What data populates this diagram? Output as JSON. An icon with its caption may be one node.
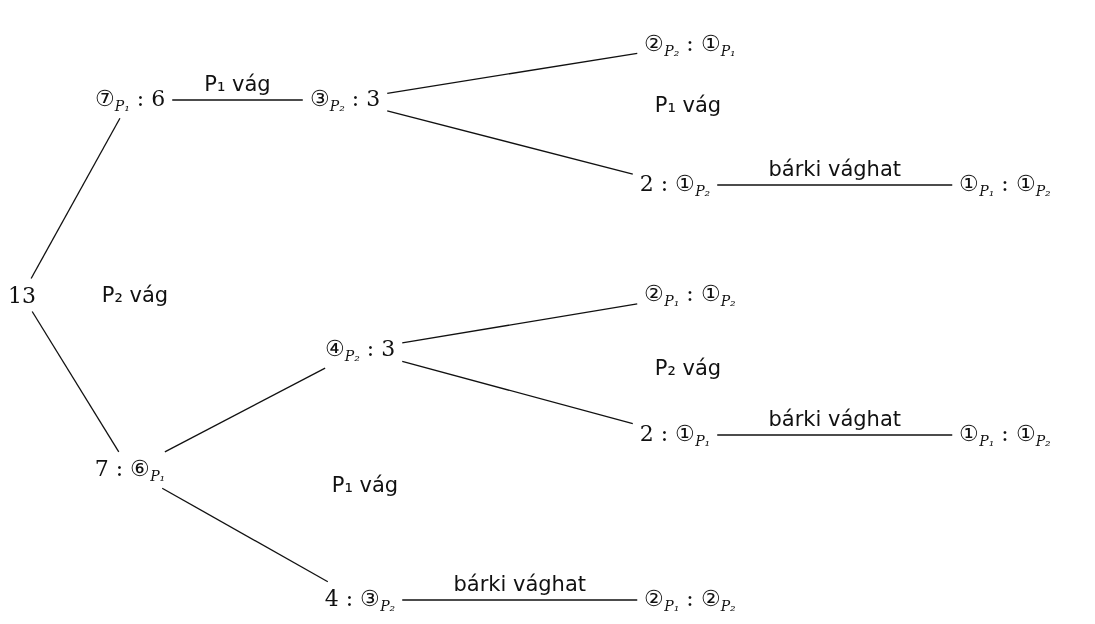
{
  "diagram": {
    "nodes": [
      {
        "text": [
          "13"
        ]
      },
      {
        "text": [
          "⑦$_{P₁}$ : 6"
        ]
      },
      {
        "text": [
          "③$_{P₂}$ : 3"
        ]
      },
      {
        "text": [
          "②$_{P₂}$ : ①$_{P₁}$"
        ]
      },
      {
        "text": [
          "2 : ①$_{P₂}$"
        ]
      },
      {
        "text": [
          "①$_{P₁}$ : ①$_{P₂}$"
        ]
      },
      {
        "text": [
          "7 : ⑥$_{P₁}$"
        ]
      },
      {
        "text": [
          "④$_{P₂}$ : 3"
        ]
      },
      {
        "text": [
          "②$_{P₁}$ : ①$_{P₂}$"
        ]
      },
      {
        "text": [
          "2 : ①$_{P₁}$"
        ]
      },
      {
        "text": [
          "①$_{P₁}$ : ①$_{P₂}$"
        ]
      },
      {
        "text": [
          "4 : ③$_{P₂}$"
        ]
      },
      {
        "text": [
          "②$_{P₁}$ : ②$_{P₂}$"
        ]
      }
    ],
    "edges": [
      {
        "from": 0,
        "to": 1,
        "arrow": "none"
      },
      {
        "from": 1,
        "to": 2,
        "arrow": "none",
        "label": "P₁ vág"
      },
      {
        "from": 2,
        "to": 3,
        "arrow": "none"
      },
      {
        "from": 2,
        "to": 4,
        "arrow": "none"
      },
      {
        "from": 4,
        "to": 5,
        "arrow": "none",
        "label": "bárki vághat"
      },
      {
        "from": 0,
        "to": 6,
        "arrow": "none"
      },
      {
        "from": 6,
        "to": 7,
        "arrow": "none"
      },
      {
        "from": 6,
        "to": 11,
        "arrow": "none"
      },
      {
        "from": 7,
        "to": 8,
        "arrow": "none"
      },
      {
        "from": 7,
        "to": 9,
        "arrow": "none"
      },
      {
        "from": 9,
        "to": 10,
        "arrow": "none",
        "label": "bárki vághat"
      },
      {
        "from": 11,
        "to": 12,
        "arrow": "none",
        "label": "bárki vághat"
      }
    ],
    "labels": [
      "P₁ vág",
      "P₂ vág",
      "P₂ vág",
      "P₁ vág"
    ]
  }
}
